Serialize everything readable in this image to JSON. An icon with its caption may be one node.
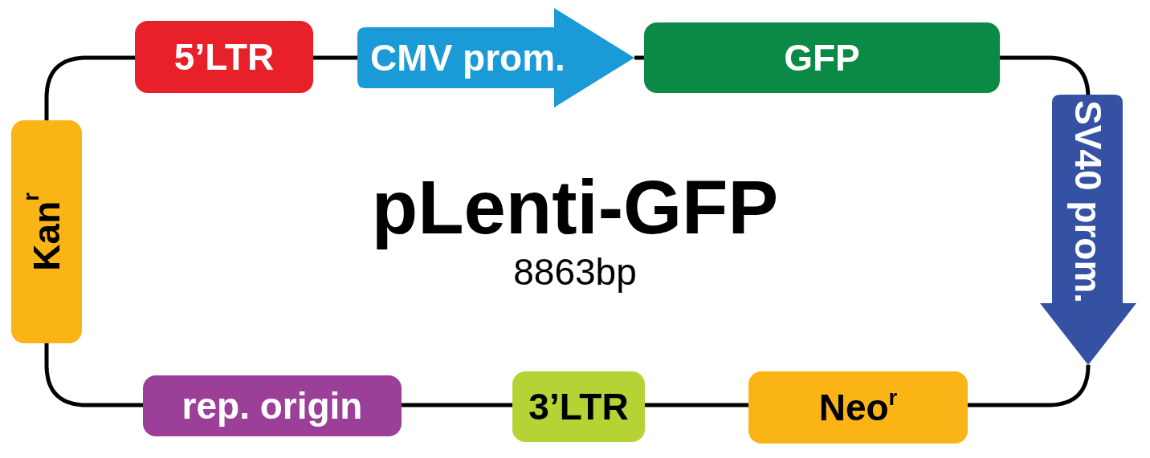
{
  "diagram": {
    "title": "pLenti-GFP",
    "nodes": [
      {
        "text": [
          "5’LTR"
        ]
      },
      {
        "text": [
          "CMV prom."
        ]
      },
      {
        "text": [
          "GFP"
        ]
      },
      {
        "text": [
          "SV40 prom."
        ]
      },
      {
        "text": [
          "Neo$^{r}$"
        ]
      },
      {
        "text": [
          "3’LTR"
        ]
      },
      {
        "text": [
          "rep. origin"
        ]
      },
      {
        "text": [
          "Kan$^{r}$"
        ]
      }
    ],
    "edges": [
      {
        "from": 0,
        "to": 1,
        "arrow": "none"
      },
      {
        "from": 1,
        "to": 2,
        "arrow": "none"
      },
      {
        "from": 2,
        "to": 3,
        "arrow": "none"
      },
      {
        "from": 3,
        "to": 4,
        "arrow": "none"
      },
      {
        "from": 4,
        "to": 5,
        "arrow": "none"
      },
      {
        "from": 5,
        "to": 6,
        "arrow": "none"
      },
      {
        "from": 6,
        "to": 7,
        "arrow": "none"
      },
      {
        "from": 7,
        "to": 0,
        "arrow": "none"
      }
    ],
    "labels": [
      "8863bp"
    ]
  }
}
